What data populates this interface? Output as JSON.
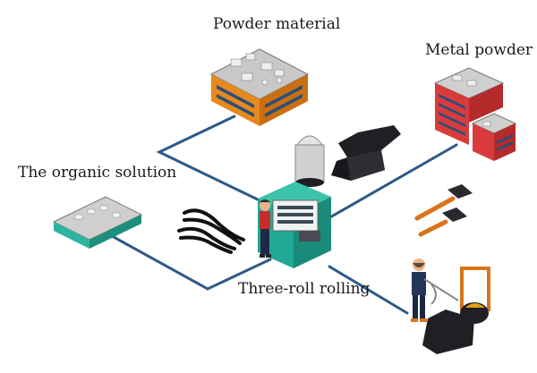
{
  "labels": {
    "powder_material": "Powder material",
    "metal_powder": "Metal powder",
    "organic_solution": "The organic solution",
    "three_roll_rolling": "Three-roll rolling"
  },
  "colors": {
    "connector_line": "#2c5a86",
    "powder_building_body": "#e8891e",
    "metal_building_body": "#d93b3b",
    "organic_device_body": "#2bb59f",
    "rolling_machine_body": "#22a896",
    "anvil": "#1f1f24",
    "tool_handle": "#d9741c"
  },
  "icons": [
    "powder-material-building-icon",
    "metal-powder-building-icon",
    "organic-solution-device-icon",
    "rolling-mill-machine-icon",
    "anvil-icon",
    "metal-cylinder-icon",
    "tongs-icon",
    "hammers-icon",
    "blacksmith-worker-icon",
    "machine-operator-icon"
  ]
}
